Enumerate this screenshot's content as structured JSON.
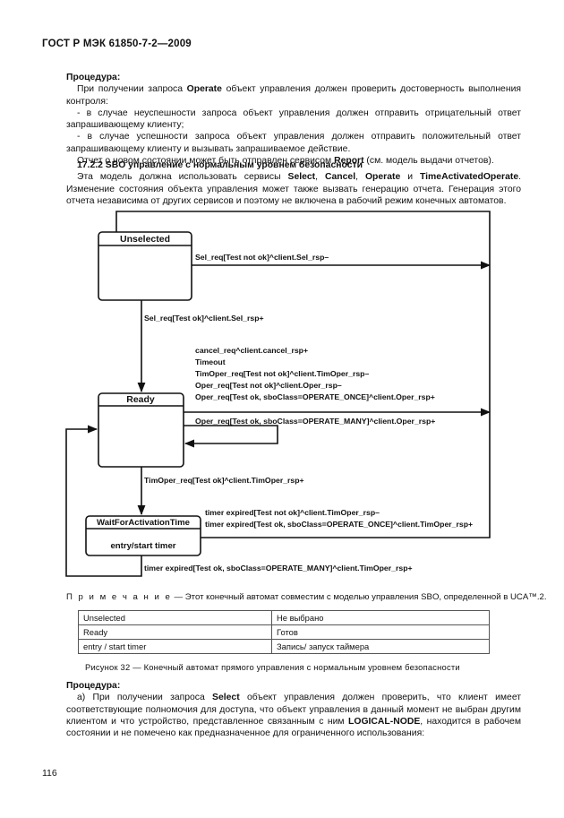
{
  "header": "ГОСТ Р МЭК 61850-7-2—2009",
  "section1": {
    "procedure_heading": "Процедура:",
    "p1_prefix": "При получении запроса ",
    "p1_bold": "Operate",
    "p1_suffix": " объект управления должен проверить достоверность выполнения контроля:",
    "bullet1": "- в случае неуспешности запроса объект управления должен отправить отрицательный ответ запрашивающему клиенту;",
    "bullet2": "- в случае успешности запроса объект управления должен отправить положительный ответ запрашивающему клиенту и вызывать запрашиваемое действие.",
    "p2_prefix": "Отчет о новом состоянии может быть отправлен сервисом ",
    "p2_bold": "Report",
    "p2_suffix": " (см. модель выдачи отчетов)."
  },
  "section2": {
    "heading": "17.2.2 SBO управление с нормальным уровнем безопасности",
    "p_prefix": "Эта модель должна использовать сервисы ",
    "svc1": "Select",
    "sep1": ", ",
    "svc2": "Cancel",
    "sep2": ", ",
    "svc3": "Operate",
    "sep3": " и ",
    "svc4": "TimeActivatedOperate",
    "p_suffix": ". Изменение состояния объекта управления может также вызвать генерацию отчета. Генерация этого отчета независима от других сервисов и поэтому не включена в рабочий режим конечных автоматов."
  },
  "diagram": {
    "states": {
      "unselected": "Unselected",
      "ready": "Ready",
      "waitforactivation": "WaitForActivationTime",
      "wait_entry": "entry/start timer"
    },
    "transitions": {
      "t1": "Sel_req[Test not ok]^client.Sel_rsp–",
      "t2": "Sel_req[Test ok]^client.Sel_rsp+",
      "t3": "cancel_req^client.cancel_rsp+",
      "t4": "Timeout",
      "t5": "TimOper_req[Test not ok]^client.TimOper_rsp–",
      "t6": "Oper_req[Test not ok]^client.Oper_rsp–",
      "t7": "Oper_req[Test ok, sboClass=OPERATE_ONCE]^client.Oper_rsp+",
      "t8": "Oper_req[Test ok, sboClass=OPERATE_MANY]^client.Oper_rsp+",
      "t9": "TimOper_req[Test ok]^client.TimOper_rsp+",
      "t10": "timer expired[Test not ok]^client.TimOper_rsp–",
      "t11": "timer expired[Test ok, sboClass=OPERATE_ONCE]^client.TimOper_rsp+",
      "t12": "timer expired[Test ok, sboClass=OPERATE_MANY]^client.TimOper_rsp+"
    }
  },
  "note": {
    "label": "П р и м е ч а н и е",
    "text": " — Этот конечный автомат совместим с моделью управления SBO, определенной в UCA™.2."
  },
  "legend_table": {
    "rows": [
      [
        "Unselected",
        "Не выбрано"
      ],
      [
        "Ready",
        "Готов"
      ],
      [
        "entry / start timer",
        "Запись/ запуск таймера"
      ]
    ]
  },
  "caption": "Рисунок 32 — Конечный автомат прямого управления с нормальным уровнем безопасности",
  "section3": {
    "procedure_heading": "Процедура:",
    "p_prefix": "а)  При получении запроса ",
    "p_bold1": "Select",
    "p_mid1": " объект управления должен проверить, что клиент имеет соответствующие полномочия для доступа, что объект управления в данный момент не выбран другим клиентом и что устройство, представленное связанным с ним ",
    "p_bold2": "LOGICAL-NODE",
    "p_suffix": ", находится в рабочем состоянии и не помечено как предназначенное для ограниченного использования:"
  },
  "page_number": "116"
}
